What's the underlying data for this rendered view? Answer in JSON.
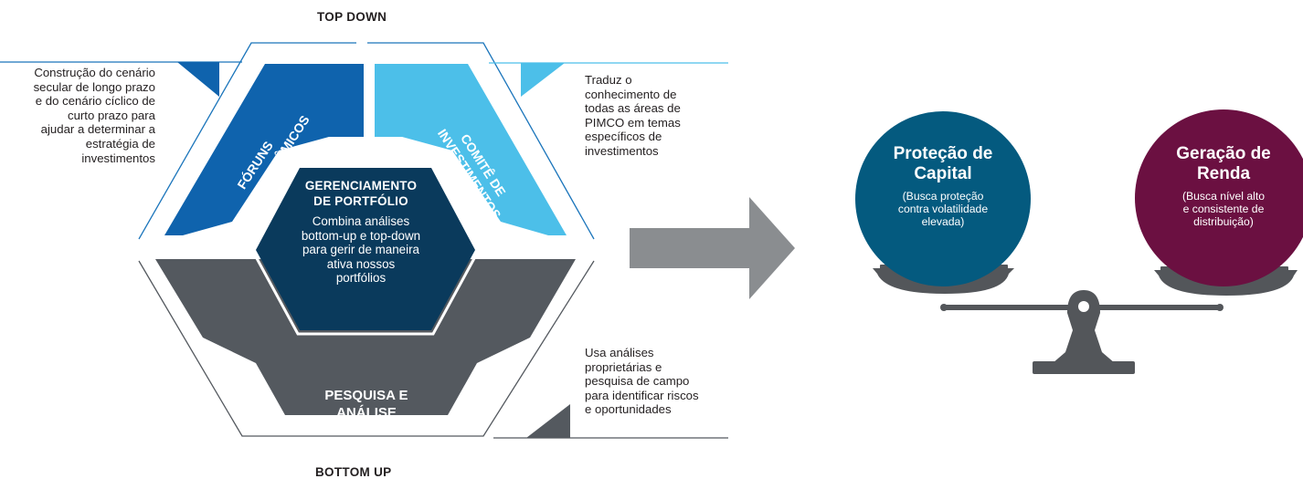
{
  "axis": {
    "top": "TOP DOWN",
    "bottom": "BOTTOM UP"
  },
  "segments": {
    "macro": {
      "line1": "FÓRUNS",
      "line2": "MACROECONÔMICOS"
    },
    "committee": {
      "line1": "COMITÊ DE",
      "line2": "INVESTIMENTOS"
    },
    "research": {
      "line1": "PESQUISA E",
      "line2": "ANÁLISE"
    }
  },
  "center": {
    "title_lines": [
      "GERENCIAMENTO",
      "DE PORTFÓLIO"
    ],
    "body_lines": [
      "Combina análises",
      "bottom-up e top-down",
      "para gerir de maneira",
      "ativa nossos",
      "portfólios"
    ]
  },
  "annotations": {
    "left": [
      "Construção do cenário",
      "secular de longo prazo",
      "e do cenário cíclico de",
      "curto prazo para",
      "ajudar a determinar a",
      "estratégia de",
      "investimentos"
    ],
    "right_top": [
      "Traduz o",
      "conhecimento de",
      "todas as áreas de",
      "PIMCO em temas",
      "específicos de",
      "investimentos"
    ],
    "right_bottom": [
      "Usa análises",
      "proprietárias e",
      "pesquisa de campo",
      "para identificar riscos",
      "e oportunidades"
    ]
  },
  "balance": {
    "left": {
      "title_lines": [
        "Proteção de",
        "Capital"
      ],
      "sub_lines": [
        "(Busca proteção",
        "contra volatilidade",
        "elevada)"
      ]
    },
    "right": {
      "title_lines": [
        "Geração de",
        "Renda"
      ],
      "sub_lines": [
        "(Busca nível alto",
        "e consistente de",
        "distribuição)"
      ]
    }
  },
  "colors": {
    "macro": "#0f63ad",
    "committee": "#4cbfe9",
    "research": "#54595f",
    "center": "#0a3a5c",
    "arrow": "#8a8d90",
    "ball_left": "#045a7f",
    "ball_right": "#6b1041",
    "scale": "#53565a"
  }
}
